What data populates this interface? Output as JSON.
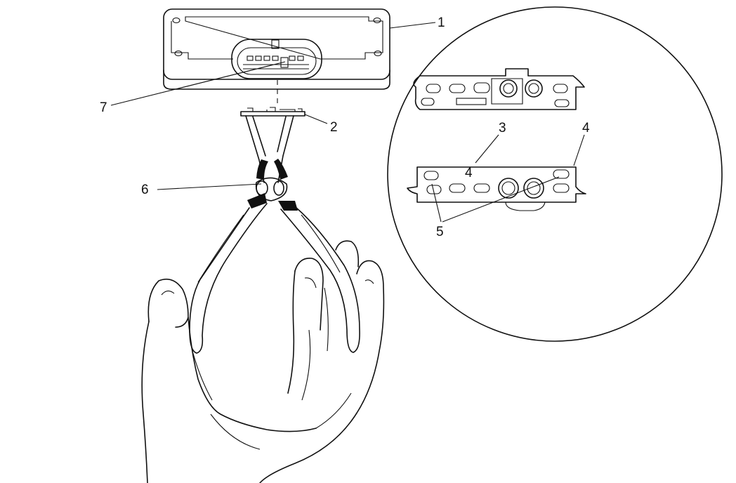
{
  "colors": {
    "ink": "#111111",
    "background": "#ffffff"
  },
  "callouts": {
    "c1": "1",
    "c2": "2",
    "c3": "3",
    "c4a": "4",
    "c4b": "4",
    "c5": "5",
    "c6": "6",
    "c7": "7"
  },
  "icons": {
    "module": "module-housing-icon",
    "connector": "connector-insert-icon",
    "pliers": "pliers-icon",
    "hands": "hands-icon",
    "detail": "detail-view-icon"
  }
}
